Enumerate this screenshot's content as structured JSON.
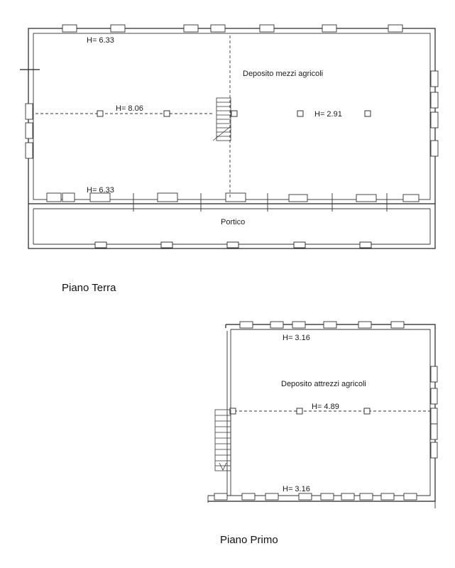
{
  "ground_floor": {
    "title": "Piano Terra",
    "labels": {
      "h_top": "H= 6.33",
      "h_middle": "H= 8.06",
      "h_deposit": "H= 2.91",
      "h_bottom": "H= 6.33",
      "room_deposit": "Deposito mezzi agricoli",
      "room_portico": "Portico"
    }
  },
  "first_floor": {
    "title": "Piano Primo",
    "labels": {
      "h_top": "H= 3.16",
      "h_middle": "H= 4.89",
      "h_bottom": "H= 3.16",
      "room_deposit": "Deposito attrezzi agricoli"
    }
  }
}
